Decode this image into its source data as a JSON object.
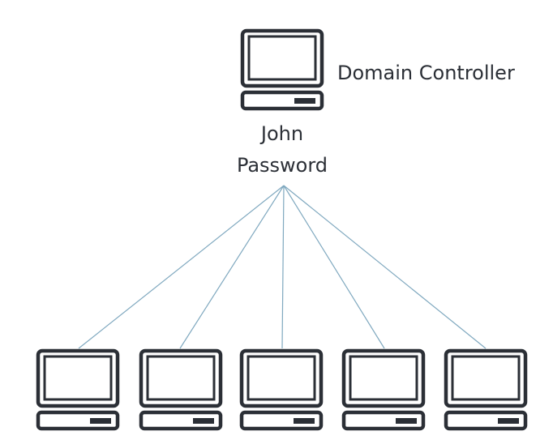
{
  "controller": {
    "title": "Domain Controller",
    "credentials": [
      "John",
      "Password"
    ],
    "icon": "computer-icon"
  },
  "clients": [
    {
      "icon": "computer-icon"
    },
    {
      "icon": "computer-icon"
    },
    {
      "icon": "computer-icon"
    },
    {
      "icon": "computer-icon"
    },
    {
      "icon": "computer-icon"
    }
  ],
  "colors": {
    "icon_stroke": "#2b2f36",
    "connector": "#7fa8bf",
    "text": "#2b2f36"
  }
}
